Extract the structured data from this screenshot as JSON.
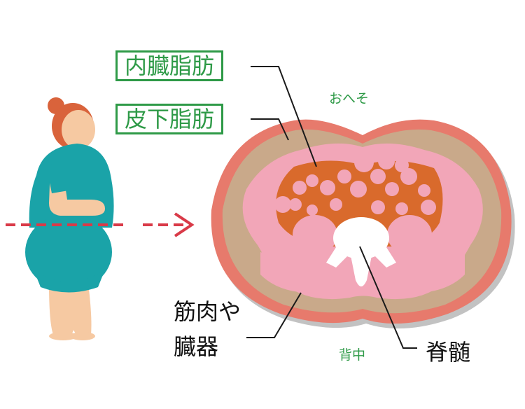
{
  "labels": {
    "visceral_fat": "内臓脂肪",
    "subcutaneous_fat": "皮下脂肪",
    "navel": "おへそ",
    "back": "背中",
    "muscle_organs_line1": "筋肉や",
    "muscle_organs_line2": "臓器",
    "spinal_cord": "脊髄"
  },
  "colors": {
    "label_green": "#2e9a47",
    "skin_outline": "#e77a6c",
    "subcutaneous": "#c9a98a",
    "muscle_pink": "#f2a6b8",
    "visceral_orange": "#d96a2c",
    "dashed_line": "#d93a48",
    "clothing_teal": "#1aa3a8",
    "skin": "#f6c9a2",
    "hair": "#d9633b"
  },
  "icons": [
    "person-figure",
    "arrow-right-icon",
    "cross-section-diagram",
    "spine-icon"
  ]
}
